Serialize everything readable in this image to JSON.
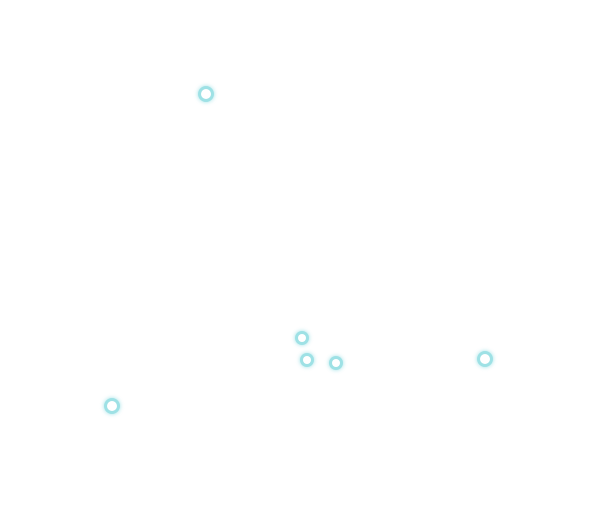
{
  "diagram": {
    "type": "node-graph",
    "background": "#ffffff",
    "node_fill": "#ffffff",
    "node_glow": "#4fc9d1",
    "nodes": [
      {
        "id": "node-1",
        "size": "large"
      },
      {
        "id": "node-2",
        "size": "small"
      },
      {
        "id": "node-3",
        "size": "small"
      },
      {
        "id": "node-4",
        "size": "small"
      },
      {
        "id": "node-5",
        "size": "large"
      },
      {
        "id": "node-6",
        "size": "large"
      }
    ],
    "edges": []
  }
}
